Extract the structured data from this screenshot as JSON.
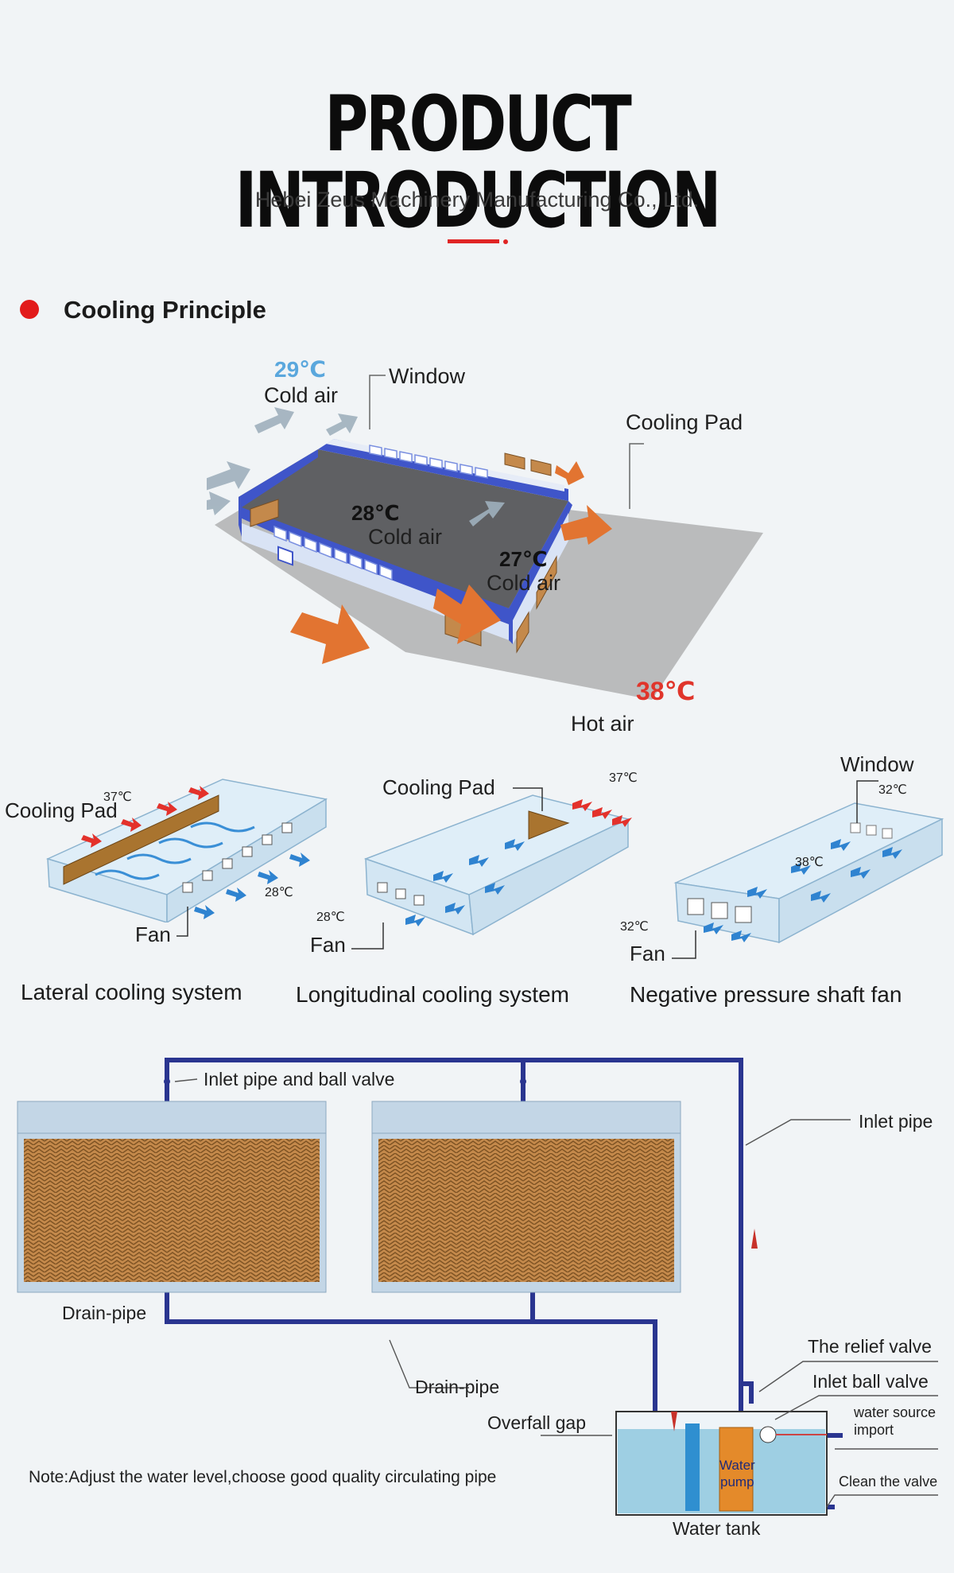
{
  "header": {
    "title": "PRODUCT INTRODUCTION",
    "subtitle": "Hebei Zeus Machinery Manufacturing Co., Ltd."
  },
  "section": {
    "heading": "Cooling Principle"
  },
  "house_diagram": {
    "temp_top": "29℃",
    "cold_air_top": "Cold air",
    "window": "Window",
    "cooling_pad": "Cooling Pad",
    "temp_mid1": "28℃",
    "cold_air_mid1": "Cold air",
    "temp_mid2": "27℃",
    "cold_air_mid2": "Cold air",
    "temp_hot": "38℃",
    "hot_air": "Hot air"
  },
  "systems": [
    {
      "caption": "Lateral cooling system",
      "pad_label": "Cooling Pad",
      "fan_label": "Fan",
      "temp_in": "37℃",
      "temp_out": "28℃"
    },
    {
      "caption": "Longitudinal cooling system",
      "pad_label": "Cooling Pad",
      "fan_label": "Fan",
      "temp_in": "37℃",
      "temp_out": "28℃"
    },
    {
      "caption": "Negative pressure shaft fan",
      "window_label": "Window",
      "fan_label": "Fan",
      "temp_window": "32℃",
      "temp_mid": "38℃",
      "temp_out": "32℃"
    }
  ],
  "pipe_diagram": {
    "inlet_pipe_ball_valve": "Inlet pipe and ball valve",
    "inlet_pipe": "Inlet pipe",
    "drain_pipe_left": "Drain-pipe",
    "drain_pipe_mid": "Drain-pipe",
    "relief_valve": "The relief valve",
    "inlet_ball_valve": "Inlet ball valve",
    "overfall_gap": "Overfall gap",
    "water_source_import_1": "water source",
    "water_source_import_2": "import",
    "water_pump_1": "Water",
    "water_pump_2": "pump",
    "clean_valve": "Clean the valve",
    "water_tank": "Water tank",
    "note": "Note:Adjust the water level,choose good quality circulating pipe"
  },
  "colors": {
    "accent": "#e02424",
    "pipe": "#2a3590",
    "pad": "#c48a4a",
    "arrow_orange": "#e27431",
    "arrow_blue": "#3a8fd6"
  }
}
